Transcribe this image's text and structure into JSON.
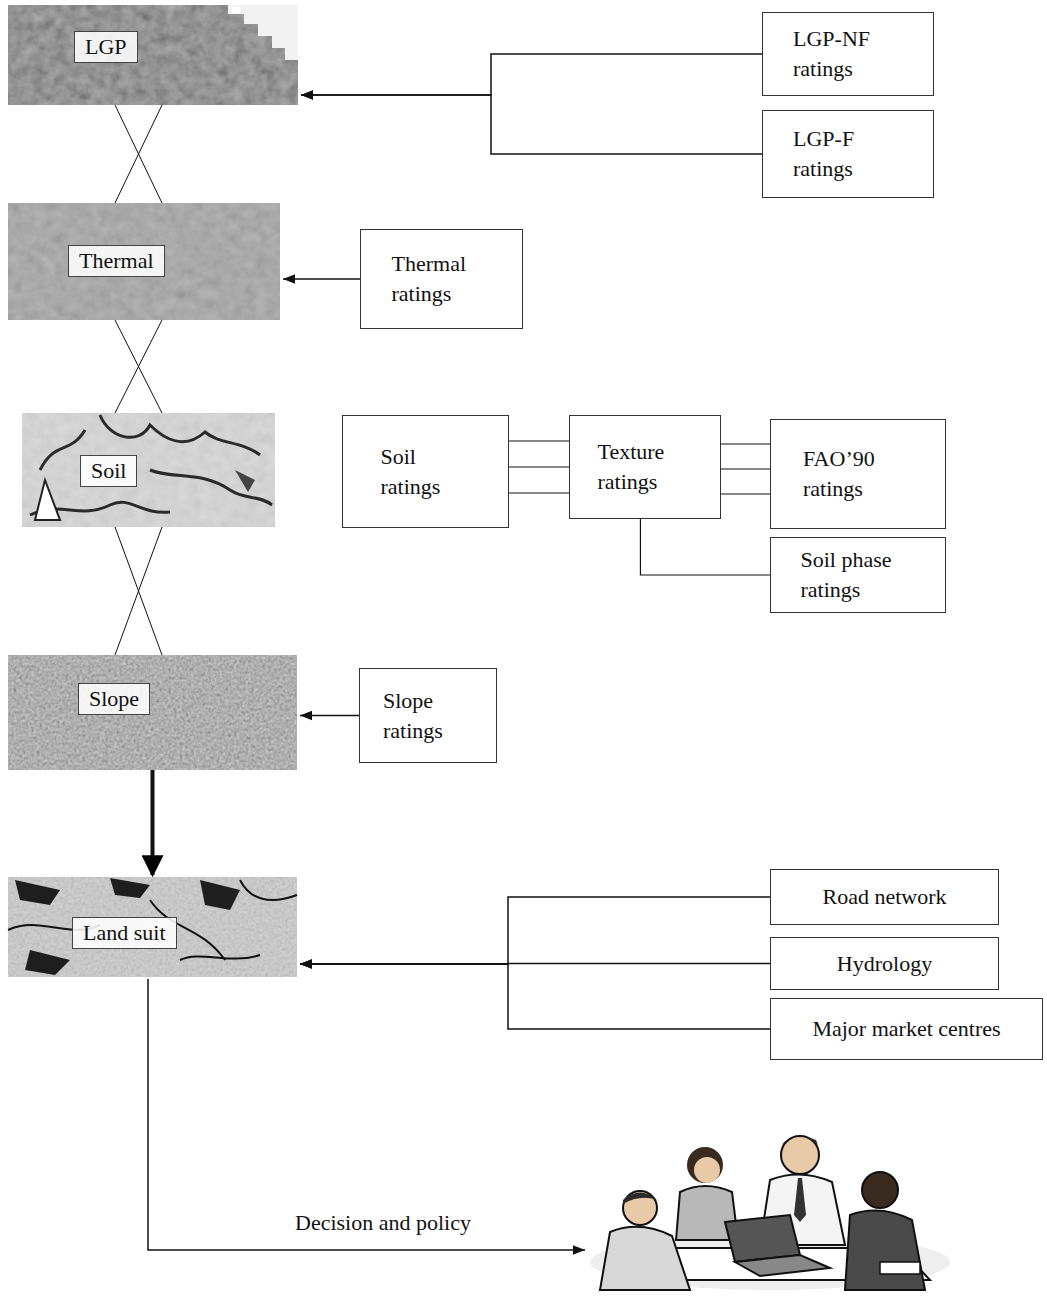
{
  "diagram": {
    "nodes": [
      {
        "text": [
          "LGP"
        ]
      },
      {
        "text": [
          "Thermal"
        ]
      },
      {
        "text": [
          "Soil"
        ]
      },
      {
        "text": [
          "Slope"
        ]
      },
      {
        "text": [
          "Land suit"
        ]
      },
      {
        "text": [
          "LGP-NF ratings"
        ]
      },
      {
        "text": [
          "LGP-F ratings"
        ]
      },
      {
        "text": [
          "Thermal ratings"
        ]
      },
      {
        "text": [
          "Soil ratings"
        ]
      },
      {
        "text": [
          "Texture ratings"
        ]
      },
      {
        "text": [
          "FAO’90 ratings"
        ]
      },
      {
        "text": [
          "Soil phase ratings"
        ]
      },
      {
        "text": [
          "Slope ratings"
        ]
      },
      {
        "text": [
          "Road network"
        ]
      },
      {
        "text": [
          "Hydrology"
        ]
      },
      {
        "text": [
          "Major market centres"
        ]
      }
    ],
    "edges": [
      {
        "from": 5,
        "to": 0,
        "arrow": "to"
      },
      {
        "from": 6,
        "to": 0,
        "arrow": "to"
      },
      {
        "from": 7,
        "to": 1,
        "arrow": "to"
      },
      {
        "from": 9,
        "to": 8,
        "arrow": "none"
      },
      {
        "from": 10,
        "to": 9,
        "arrow": "none"
      },
      {
        "from": 11,
        "to": 9,
        "arrow": "none"
      },
      {
        "from": 12,
        "to": 3,
        "arrow": "to"
      },
      {
        "from": 13,
        "to": 4,
        "arrow": "to"
      },
      {
        "from": 14,
        "to": 4,
        "arrow": "to"
      },
      {
        "from": 15,
        "to": 4,
        "arrow": "to"
      },
      {
        "from": 0,
        "to": 1,
        "arrow": "none"
      },
      {
        "from": 1,
        "to": 2,
        "arrow": "none"
      },
      {
        "from": 2,
        "to": 3,
        "arrow": "none"
      },
      {
        "from": 3,
        "to": 4,
        "arrow": "to"
      }
    ],
    "labels": [
      "Decision and policy"
    ]
  }
}
